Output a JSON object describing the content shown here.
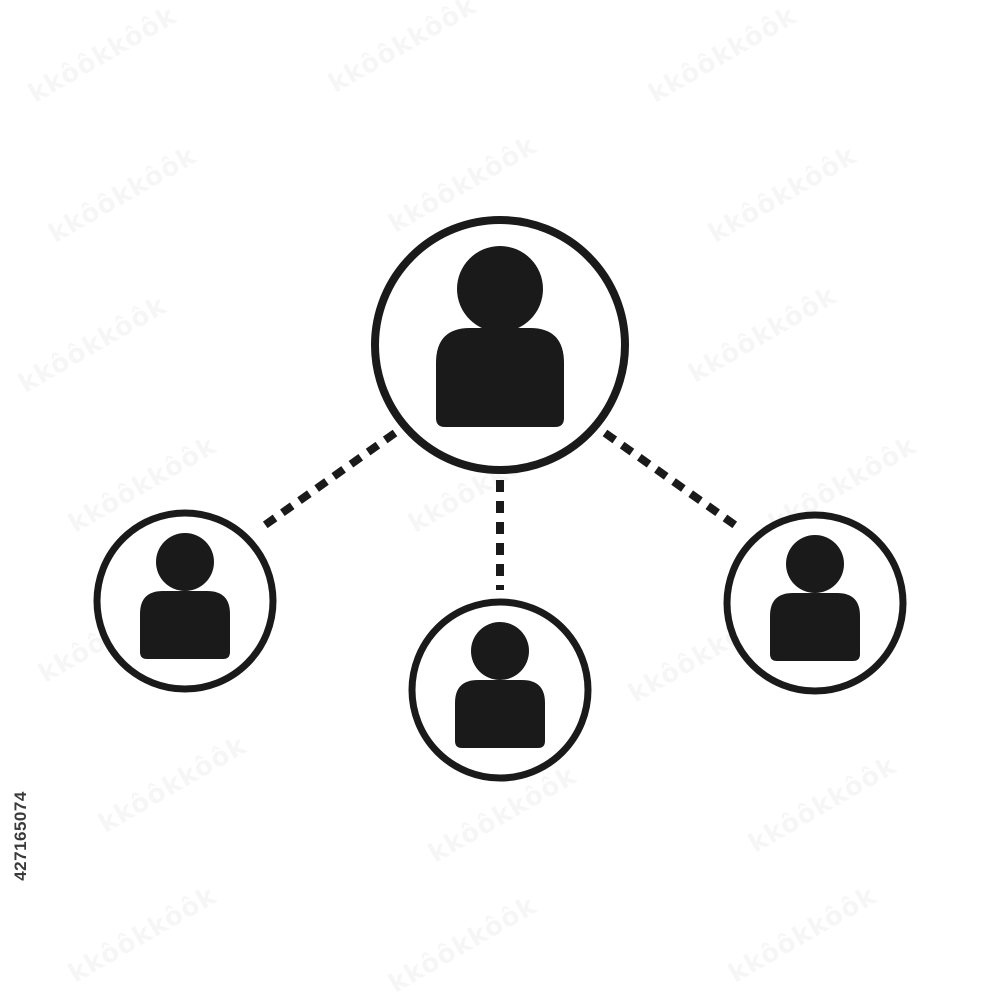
{
  "image": {
    "background_color": "#ffffff",
    "icon_color": "#1a1a1a",
    "stock_id": "427165074"
  },
  "diagram": {
    "type": "network",
    "nodes": [
      {
        "id": "center-person",
        "icon": "user-icon",
        "role": "hub"
      },
      {
        "id": "left-person",
        "icon": "user-icon",
        "role": "leaf"
      },
      {
        "id": "bottom-person",
        "icon": "user-icon",
        "role": "leaf"
      },
      {
        "id": "right-person",
        "icon": "user-icon",
        "role": "leaf"
      }
    ],
    "edges": [
      {
        "from": "center-person",
        "to": "left-person",
        "style": "dashed"
      },
      {
        "from": "center-person",
        "to": "bottom-person",
        "style": "dashed"
      },
      {
        "from": "center-person",
        "to": "right-person",
        "style": "dashed"
      }
    ]
  }
}
